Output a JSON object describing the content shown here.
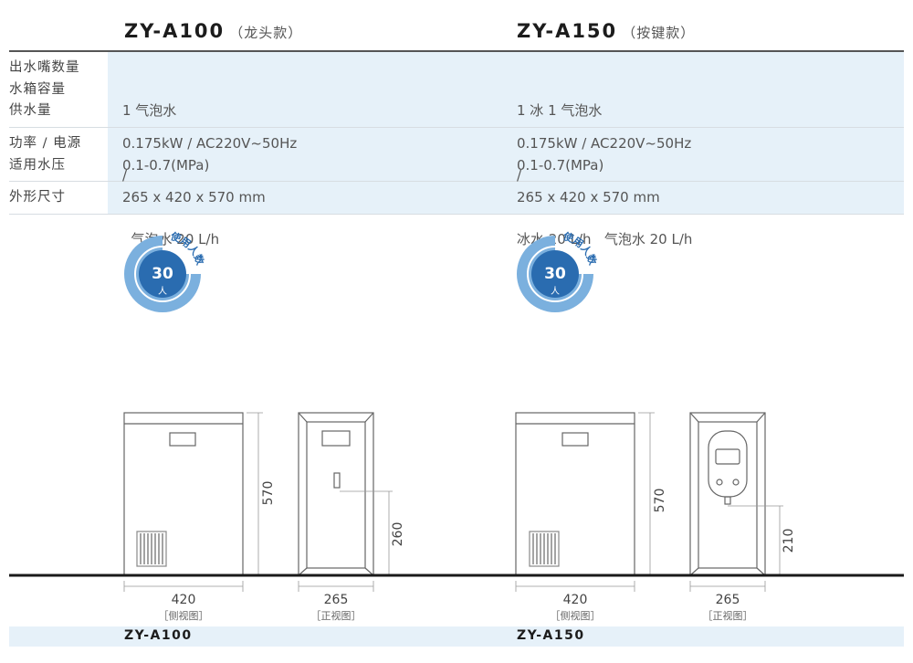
{
  "header": {
    "left_model": "ZY-A100",
    "left_variant": "（龙头款）",
    "right_model": "ZY-A150",
    "right_variant": "（按键款）"
  },
  "spec_rows": [
    {
      "labels": [
        "出水嘴数量",
        "水箱容量",
        "供水量"
      ],
      "left": [
        "1 气泡水",
        "/",
        "  气泡水 20 L/h"
      ],
      "right": [
        "1 冰 1 气泡水",
        "/",
        "冰水 20 L/h   气泡水 20 L/h"
      ]
    },
    {
      "labels": [
        "功率 / 电源",
        "适用水压"
      ],
      "left": [
        "0.175kW / AC220V~50Hz",
        "0.1-0.7(MPa)"
      ],
      "right": [
        "0.175kW / AC220V~50Hz",
        "0.1-0.7(MPa)"
      ]
    },
    {
      "labels": [
        "外形尺寸"
      ],
      "left": [
        "265 x 420 x 570 mm"
      ],
      "right": [
        "265 x 420 x 570 mm"
      ]
    }
  ],
  "badge": {
    "number": "30",
    "unit": "人",
    "arc_text": "使用人数"
  },
  "drawings": {
    "left": {
      "height_dim": "570",
      "tap_height_dim": "260",
      "side_width": "420",
      "side_label": "［侧视图］",
      "front_width": "265",
      "front_label": "［正视图］",
      "footer_model": "ZY-A100"
    },
    "right": {
      "height_dim": "570",
      "tap_height_dim": "210",
      "side_width": "420",
      "side_label": "［侧视图］",
      "front_width": "265",
      "front_label": "［正视图］",
      "footer_model": "ZY-A150"
    }
  },
  "colors": {
    "band": "#e6f1f9",
    "badge_dark": "#2a6cb0",
    "badge_light": "#7bb0de",
    "ground": "#1a1a1a"
  }
}
